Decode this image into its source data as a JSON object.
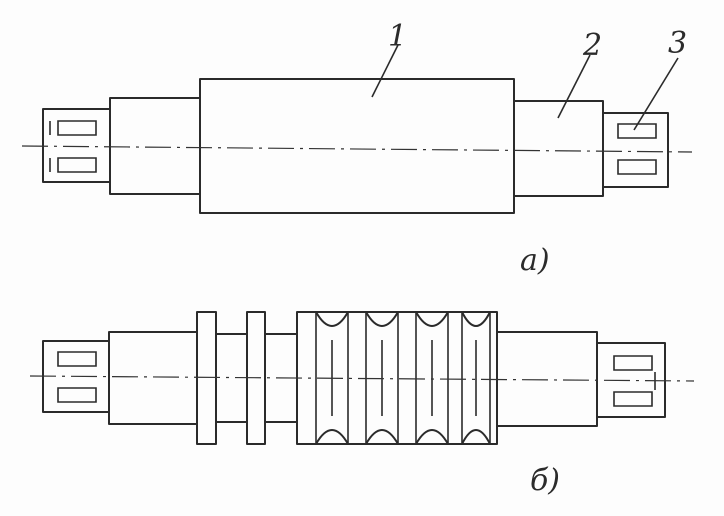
{
  "figure_a": {
    "caption": "a)",
    "labels": {
      "part1": "1",
      "part2": "2",
      "part3": "3"
    }
  },
  "figure_b": {
    "caption": "б)"
  }
}
